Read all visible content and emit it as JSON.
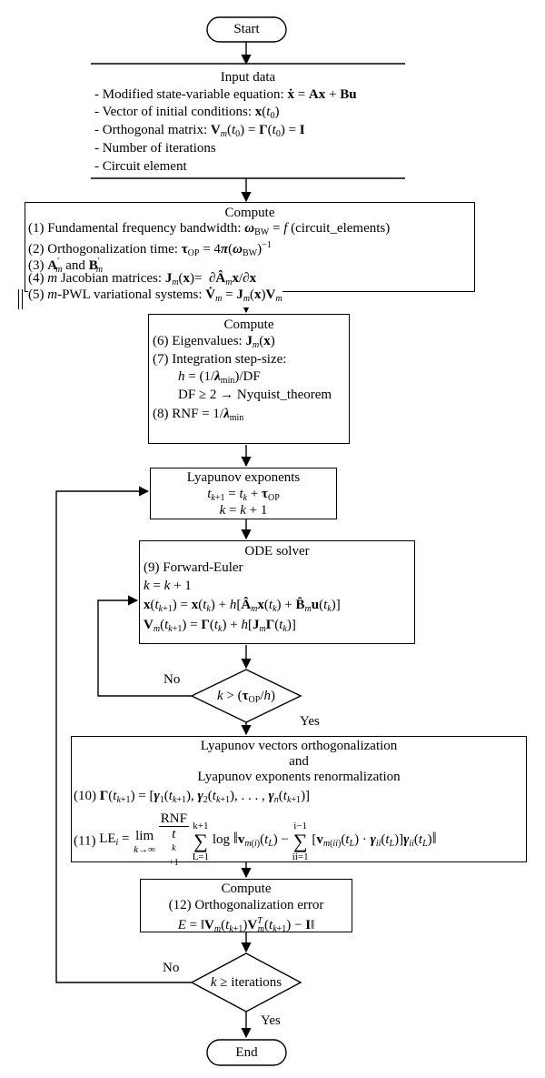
{
  "terminals": {
    "start": "Start",
    "end": "End"
  },
  "input_box": {
    "title": "Input data",
    "items": [
      {
        "label": "- Modified state-variable equation: ",
        "math": "ẋ = Ax + Bu"
      },
      {
        "label": "- Vector of initial conditions: ",
        "math": "x(t0)"
      },
      {
        "label": "- Orthogonal matrix: ",
        "math": "Vm(t0) = Γ(t0) = I"
      },
      {
        "label": "- Number of iterations",
        "math": ""
      },
      {
        "label": "- Circuit element",
        "math": ""
      }
    ]
  },
  "compute1": {
    "title": "Compute",
    "items": [
      {
        "label": "(1) Fundamental frequency bandwidth: ",
        "math": "ωBW = f (circuit_elements)"
      },
      {
        "label": "(2) Orthogonalization time: ",
        "math": "τOP = 4π(ωBW)−1"
      },
      {
        "label": "(3) ",
        "math": "A′m and B′m"
      },
      {
        "label": "(4) m Jacobian matrices: ",
        "math": "Jm(x)= ∂Âmx/∂x"
      },
      {
        "label": "(5) m-PWL variational systems: ",
        "math": "V̇m = Jm(x)Vm"
      }
    ]
  },
  "compute2": {
    "title": "Compute",
    "items": [
      {
        "label": "(6) Eigenvalues: ",
        "math": "Jm(x)"
      },
      {
        "label": "(7) Integration step-size:",
        "math": ""
      },
      {
        "label": "",
        "math": "h = (1/λmin)/DF"
      },
      {
        "label": "",
        "math": "DF ≥ 2 → Nyquist_theorem"
      },
      {
        "label": "(8) RNF = ",
        "math": "1/λmin"
      }
    ]
  },
  "lyapunov_box": {
    "title": "Lyapunov exponents",
    "eq1": "tk+1 = tk + τOP",
    "eq2": "k = k + 1"
  },
  "ode_box": {
    "title": "ODE solver",
    "method": "(9) Forward-Euler",
    "eq_k": "k = k + 1",
    "eq_x": "x(tk+1) = x(tk) + h[Âmx(tk) + B̂mu(tk)]",
    "eq_v": "Vm(tk+1) = Γ(tk) + h[JmΓ(tk)]"
  },
  "decision1": {
    "condition": "k > (τOP/h)",
    "no": "No",
    "yes": "Yes"
  },
  "ortho_box": {
    "title1": "Lyapunov vectors orthogonalization",
    "title2": "and",
    "title3": "Lyapunov exponents renormalization",
    "eq10_label": "(10) ",
    "eq10": "Γ(tk+1) = [γ1(tk+1), γ2(tk+1), . . . , γn(tk+1)]",
    "eq11_label": "(11) ",
    "eq11_lhs": "LEi = ",
    "lim_word": "lim",
    "lim_sub": "k→∞",
    "rnf_num": "RNF",
    "rnf_den": "tk+1",
    "sum1_top": "k+1",
    "sum1_bot": "L=1",
    "log_word": "log",
    "norm_lhs": "vm(i)(tL)",
    "sum2_top": "i−1",
    "sum2_bot": "ii=1",
    "sum2_term": "[vm(ii)(tL) · γii(tL)]γii(tL)"
  },
  "compute3": {
    "title": "Compute",
    "item": "(12) Orthogonalization error",
    "eq": "E = ‖Vm(tk+1)VmT(tk+1) − I‖"
  },
  "decision2": {
    "condition": "k ≥ iterations",
    "no": "No",
    "yes": "Yes"
  }
}
